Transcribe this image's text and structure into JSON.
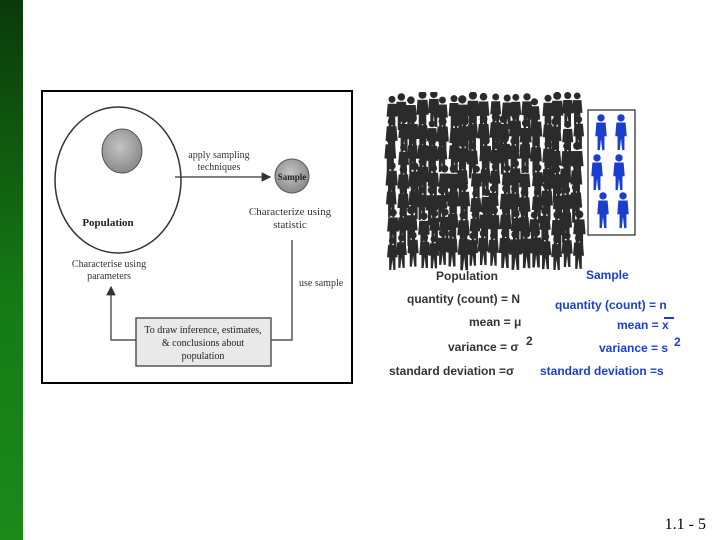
{
  "diagram": {
    "population_label": "Population",
    "sample_label": "Sample",
    "arrow_top_label_line1": "apply sampling",
    "arrow_top_label_line2": "techniques",
    "sample_desc_line1": "Characterize using",
    "sample_desc_line2": "statistic",
    "population_desc_line1": "Characterise using",
    "population_desc_line2": "parameters",
    "use_sample_label": "use sample",
    "inference_line1": "To draw inference, estimates,",
    "inference_line2": "& conclusions about",
    "inference_line3": "population"
  },
  "people_panel": {
    "population_header": "Population",
    "sample_header": "Sample",
    "pop_quantity": "quantity (count) = N",
    "pop_mean": "mean = μ",
    "pop_variance": "variance = σ",
    "pop_variance_exp": "2",
    "pop_sd": "standard deviation =σ",
    "sample_quantity": "quantity (count) = n",
    "sample_mean": "mean = x",
    "sample_variance": "variance = s",
    "sample_variance_exp": "2",
    "sample_sd": "standard deviation =s",
    "population_figure_color": "#2b2b2b",
    "sample_figure_color": "#1a3fcf"
  },
  "footer": {
    "slide_number": "1.1 - 5"
  }
}
